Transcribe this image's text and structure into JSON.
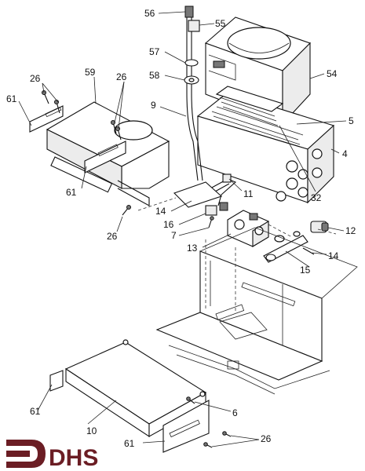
{
  "callouts": {
    "c56": "56",
    "c55": "55",
    "c57": "57",
    "c58": "58",
    "c54": "54",
    "c9": "9",
    "c26a": "26",
    "c59": "59",
    "c26b": "26",
    "c61a": "61",
    "c61b": "61",
    "c26c": "26",
    "c5": "5",
    "c4": "4",
    "c32": "32",
    "c11": "11",
    "c14a": "14",
    "c16": "16",
    "c7": "7",
    "c13": "13",
    "c12": "12",
    "c14b": "14",
    "c15": "15",
    "c61c": "61",
    "c10": "10",
    "c6": "6",
    "c61d": "61",
    "c26d": "26"
  },
  "logo": {
    "text": "DHS",
    "color": "#6b1d24"
  }
}
